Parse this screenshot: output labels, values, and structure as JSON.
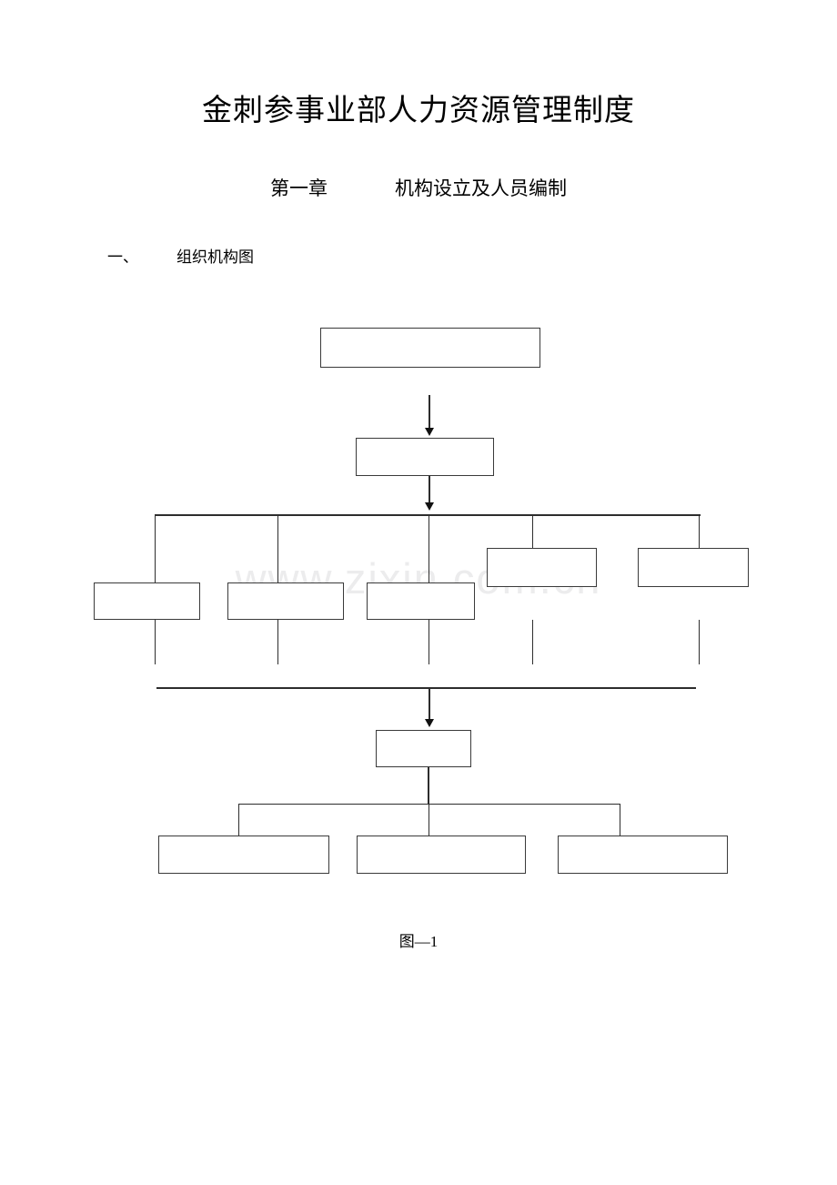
{
  "document": {
    "title": "金刺参事业部人力资源管理制度",
    "chapter": {
      "number": "第一章",
      "name": "机构设立及人员编制"
    },
    "section": {
      "number": "一、",
      "name": "组织机构图"
    },
    "figure_caption": "图—1",
    "watermark": "www.zixin.com.cn"
  },
  "org_chart": {
    "nodes": [
      {
        "id": "n1",
        "label": ""
      },
      {
        "id": "n2",
        "label": ""
      },
      {
        "id": "n3",
        "label": ""
      },
      {
        "id": "n4",
        "label": ""
      },
      {
        "id": "n5",
        "label": ""
      },
      {
        "id": "n6",
        "label": ""
      },
      {
        "id": "n7",
        "label": ""
      },
      {
        "id": "n8",
        "label": ""
      },
      {
        "id": "n9",
        "label": ""
      },
      {
        "id": "n10",
        "label": ""
      },
      {
        "id": "n11",
        "label": ""
      }
    ]
  }
}
